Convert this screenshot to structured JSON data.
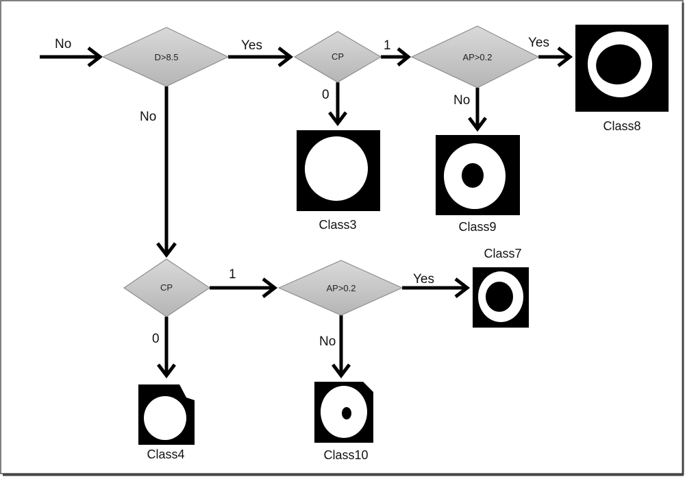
{
  "diagram": {
    "decisions": {
      "d1": "D>8.5",
      "cp_top": "CP",
      "ap_top": "AP>0.2",
      "cp_bottom": "CP",
      "ap_bottom": "AP>0.2"
    },
    "edges": {
      "entry": "No",
      "d1_yes": "Yes",
      "d1_no": "No",
      "cp_top_1": "1",
      "cp_top_0": "0",
      "ap_top_yes": "Yes",
      "ap_top_no": "No",
      "cp_bottom_1": "1",
      "cp_bottom_0": "0",
      "ap_bottom_yes": "Yes",
      "ap_bottom_no": "No"
    },
    "classes": {
      "class3": "Class3",
      "class4": "Class4",
      "class7": "Class7",
      "class8": "Class8",
      "class9": "Class9",
      "class10": "Class10"
    },
    "colors": {
      "decision_fill": "#c8c8c8",
      "arrow": "#000000",
      "tile_bg": "#000000",
      "shape": "#ffffff",
      "frame": "#555555"
    }
  }
}
